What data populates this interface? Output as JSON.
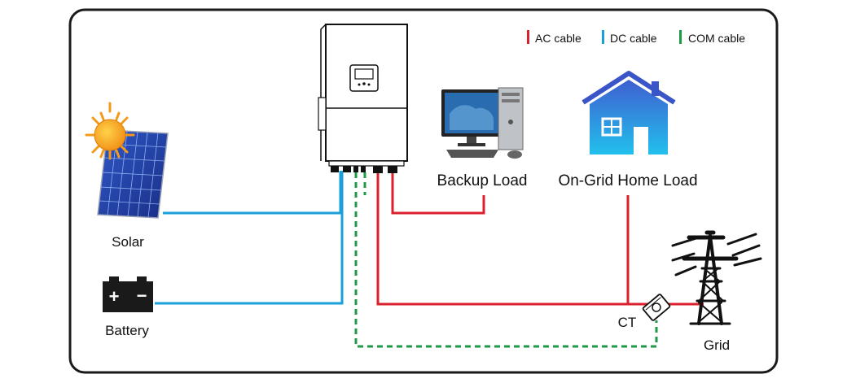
{
  "legend": {
    "ac": {
      "label": "AC cable",
      "color": "#d9202c"
    },
    "dc": {
      "label": "DC cable",
      "color": "#1aa0d8"
    },
    "com": {
      "label": "COM cable",
      "color": "#1f9a48"
    }
  },
  "components": {
    "solar": {
      "label": "Solar"
    },
    "battery": {
      "label": "Battery"
    },
    "backup_load": {
      "label": "Backup Load"
    },
    "home_load": {
      "label": "On-Grid Home Load"
    },
    "ct": {
      "label": "CT"
    },
    "grid": {
      "label": "Grid"
    }
  },
  "battery_symbols": {
    "plus": "+",
    "minus": "−"
  },
  "colors": {
    "frame": "#1a1a1a",
    "house_top": "#3b6fd6",
    "house_bottom": "#2bb7e8",
    "sun": "#f6a21b",
    "panel": "#2848a8"
  },
  "icons": [
    "sun-icon",
    "solar-panel-icon",
    "battery-icon",
    "inverter-icon",
    "computer-icon",
    "house-icon",
    "ct-clamp-icon",
    "transmission-tower-icon"
  ]
}
